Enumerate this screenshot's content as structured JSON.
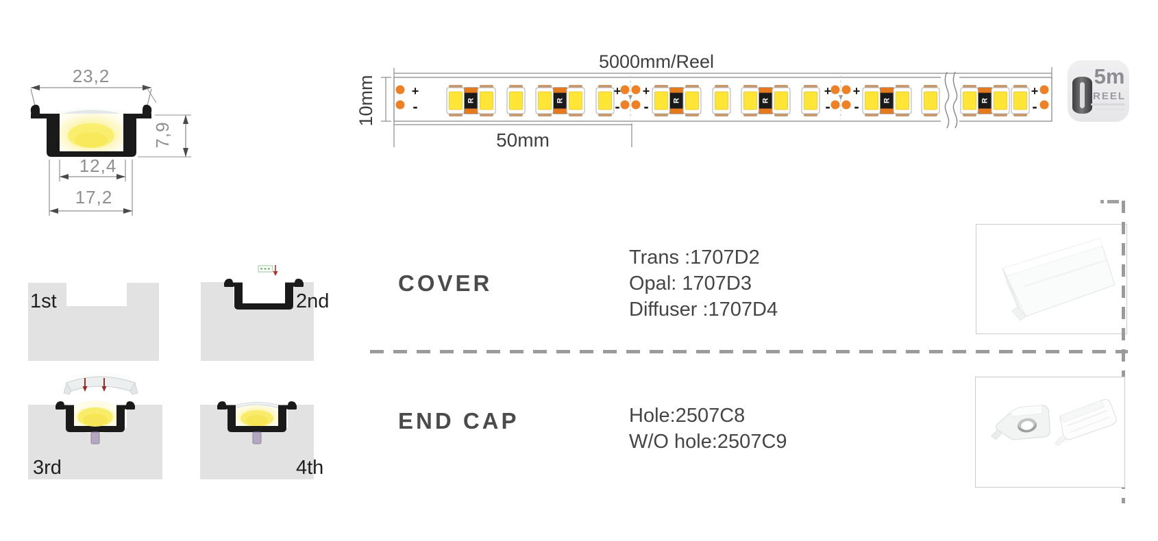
{
  "cross_section": {
    "dim_top": "23,2",
    "dim_height": "7,9",
    "dim_inner": "12,4",
    "dim_bottom": "17,2"
  },
  "strip": {
    "reel_length_label": "5000mm/Reel",
    "width_label": "10mm",
    "segment_label": "50mm",
    "plus": "+",
    "minus": "-",
    "resistor": "R"
  },
  "reel_badge": {
    "size": "5m",
    "caption": "REEL"
  },
  "steps": [
    {
      "label": "1st"
    },
    {
      "label": "2nd"
    },
    {
      "label": "3rd"
    },
    {
      "label": "4th"
    }
  ],
  "cover": {
    "heading": "COVER",
    "specs": [
      "Trans :1707D2",
      "Opal: 1707D3",
      "Diffuser :1707D4"
    ]
  },
  "endcap": {
    "heading": "END CAP",
    "specs": [
      "Hole:2507C8",
      "W/O hole:2507C9"
    ]
  },
  "colors": {
    "accent_orange": "#ee8126",
    "led_yellow": "#ffe636",
    "block_gray": "#e2e2e2",
    "profile_black": "#1a1a1a"
  }
}
